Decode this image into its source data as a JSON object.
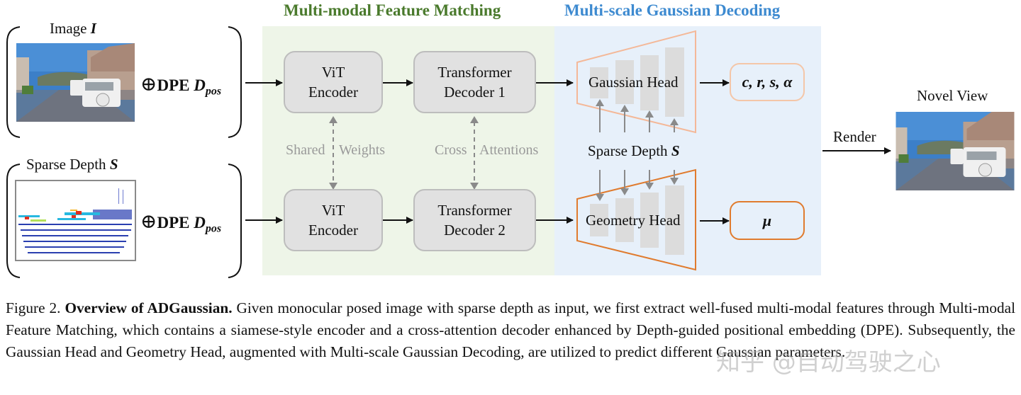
{
  "sections": {
    "feature_matching_title": "Multi-modal Feature Matching",
    "gaussian_decoding_title": "Multi-scale Gaussian Decoding"
  },
  "inputs": {
    "image_label": "Image ",
    "image_symbol": "I",
    "depth_label": "Sparse Depth ",
    "depth_symbol": "S",
    "oplus": "⊕",
    "dpe_text": "DPE ",
    "dpe_symbol": "D",
    "dpe_sub": "pos"
  },
  "encoders": {
    "top": [
      "ViT",
      "Encoder"
    ],
    "bottom": [
      "ViT",
      "Encoder"
    ]
  },
  "decoders": {
    "top": [
      "Transformer",
      "Decoder 1"
    ],
    "bottom": [
      "Transformer",
      "Decoder 2"
    ]
  },
  "links": {
    "shared_left": "Shared",
    "shared_right": "Weights",
    "cross_left": "Cross",
    "cross_right": "Attentions"
  },
  "heads": {
    "gaussian": "Gaussian Head",
    "geometry": "Geometry Head",
    "sparse_depth_label": "Sparse Depth ",
    "sparse_depth_symbol": "S"
  },
  "outputs": {
    "gaussian_params": "c, r, s, α",
    "geometry_param": "μ"
  },
  "render": {
    "label": "Render",
    "novel_view_label": "Novel View"
  },
  "colors": {
    "green_title": "#4a7a2c",
    "blue_title": "#3d8ad0",
    "gaussian_head_outline": "#f4b898",
    "geometry_head_outline": "#e07b2e"
  },
  "caption": {
    "figure_number": "Figure 2. ",
    "title": "Overview of ADGaussian.",
    "body": " Given monocular posed image with sparse depth as input, we first extract well-fused multi-modal features through Multi-modal Feature Matching, which contains a siamese-style encoder and a cross-attention decoder enhanced by Depth-guided positional embedding (DPE). Subsequently, the Gaussian Head and Geometry Head, augmented with Multi-scale Gaussian Decoding, are utilized to predict different Gaussian parameters."
  },
  "watermark": "知乎 @自动驾驶之心"
}
